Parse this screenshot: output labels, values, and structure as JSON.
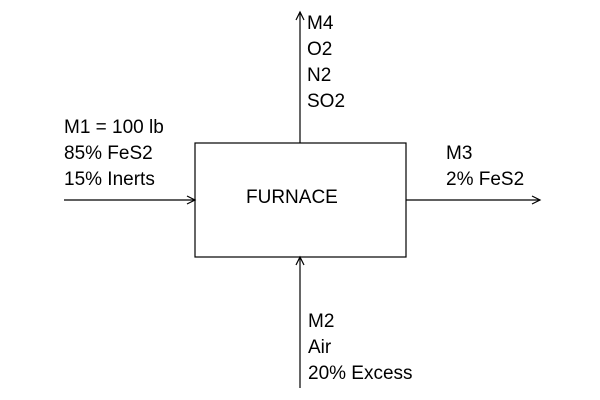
{
  "process": {
    "unit": "FURNACE"
  },
  "streams": {
    "m1": {
      "lines": [
        "M1 = 100 lb",
        "85% FeS2",
        "15% Inerts"
      ]
    },
    "m2": {
      "lines": [
        "M2",
        "Air",
        "20% Excess"
      ]
    },
    "m3": {
      "lines": [
        "M3",
        "2% FeS2"
      ]
    },
    "m4": {
      "lines": [
        "M4",
        "O2",
        "N2",
        "SO2"
      ]
    }
  },
  "colors": {
    "stroke": "#000000",
    "text": "#000000",
    "background": "#ffffff"
  }
}
